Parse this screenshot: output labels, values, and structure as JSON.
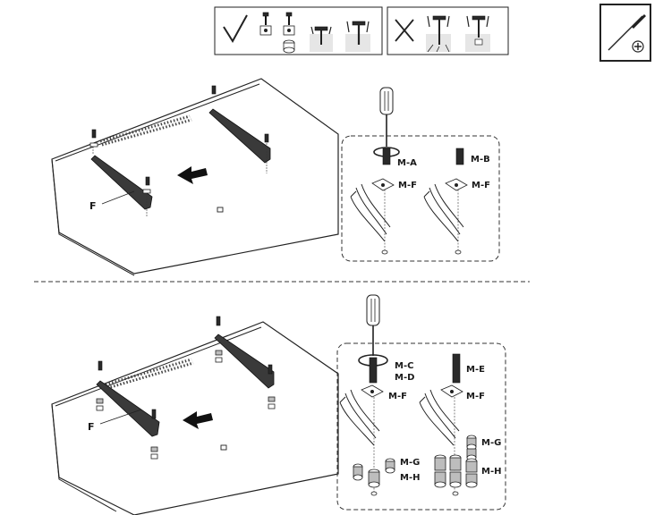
{
  "labels": {
    "top_bracket": "F",
    "top_detail_left_screw": "M-A",
    "top_detail_left_plate": "M-F",
    "top_detail_right_screw": "M-B",
    "top_detail_right_plate": "M-F",
    "bottom_bracket": "F",
    "bottom_detail_left_screw_1": "M-C",
    "bottom_detail_left_screw_2": "M-D",
    "bottom_detail_left_plate": "M-F",
    "bottom_detail_left_spacer_1": "M-G",
    "bottom_detail_left_spacer_2": "M-H",
    "bottom_detail_right_screw": "M-E",
    "bottom_detail_right_plate": "M-F",
    "bottom_detail_right_spacer_1": "M-G",
    "bottom_detail_right_spacer_2": "M-H"
  },
  "icons": {
    "correct_mark": "check-icon",
    "wrong_mark": "cross-icon",
    "tool": "screwdriver-icon"
  }
}
